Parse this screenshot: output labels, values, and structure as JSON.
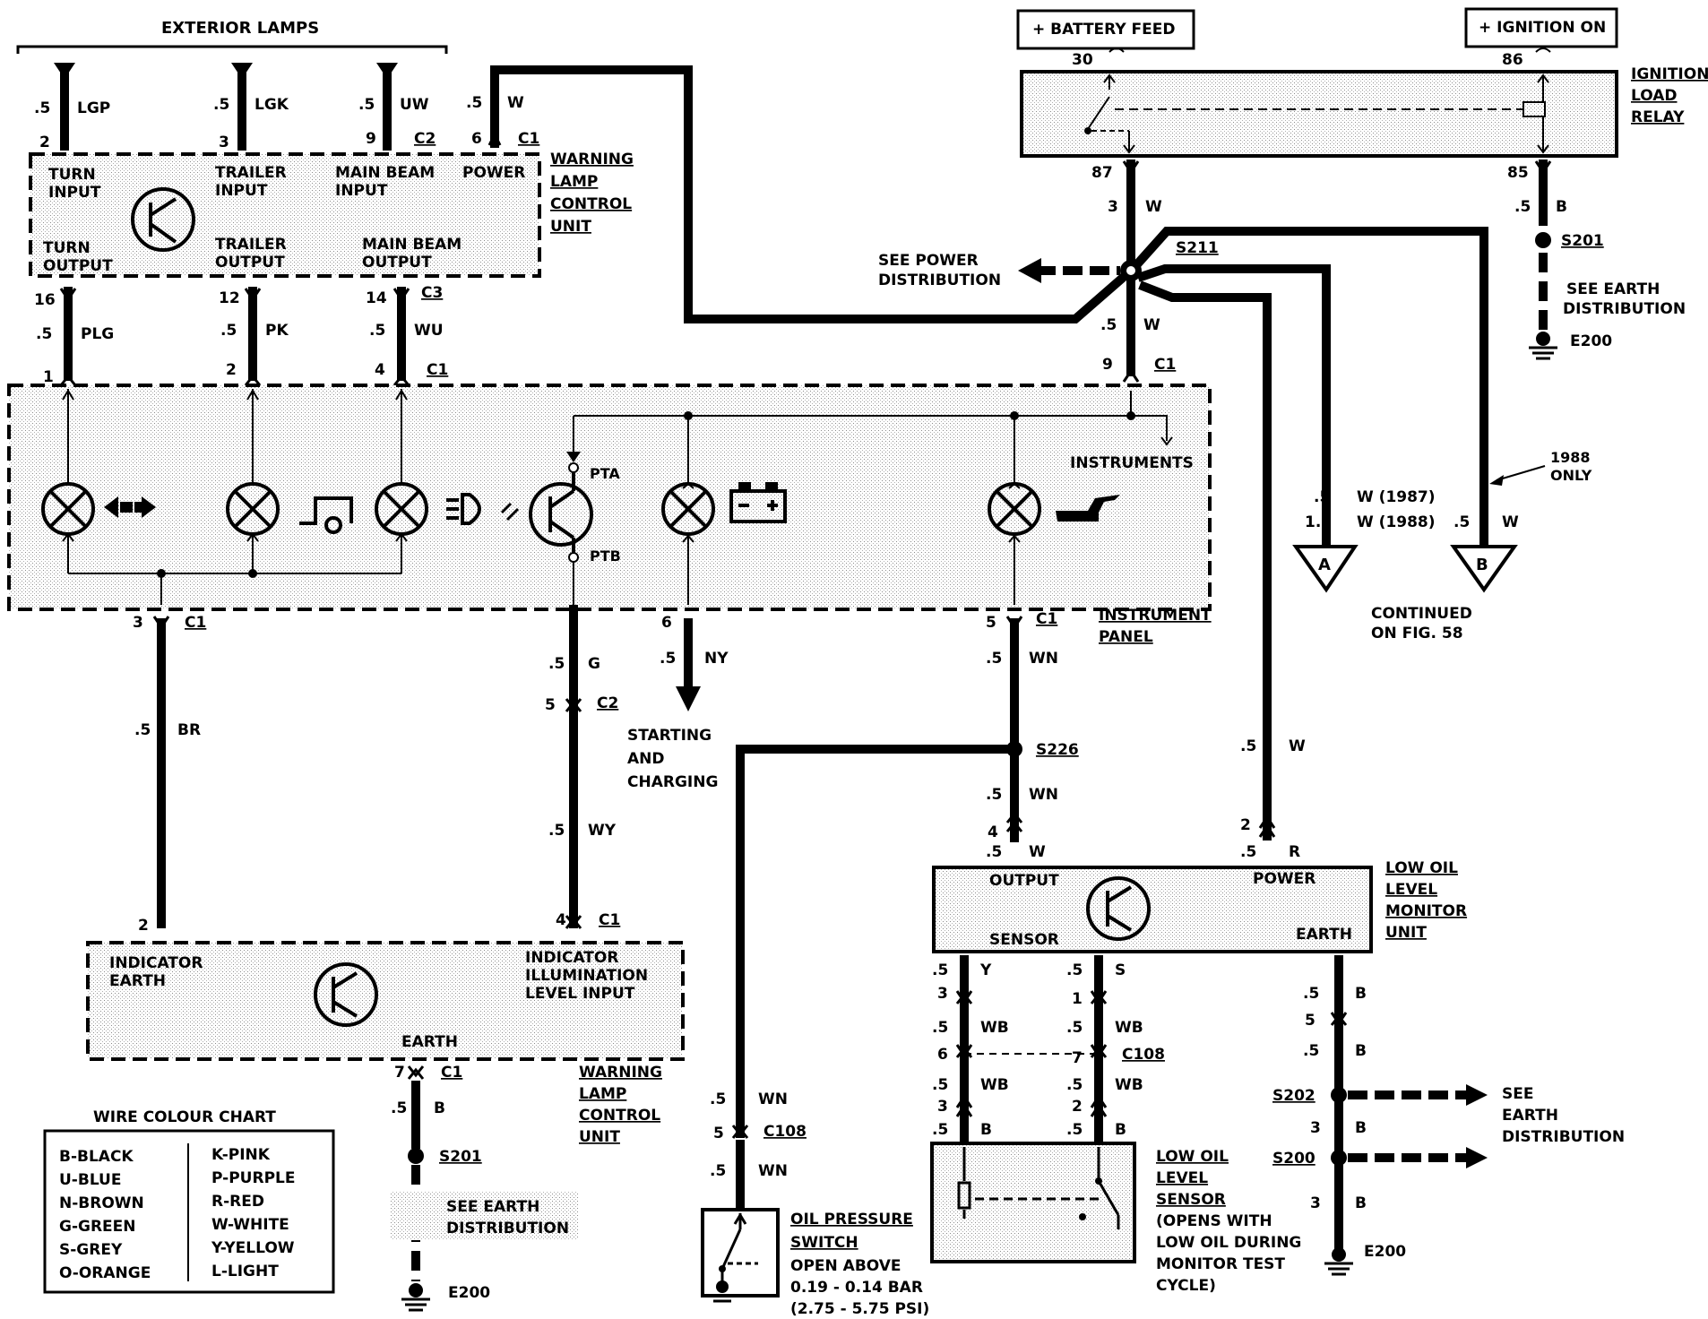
{
  "title_top": "EXTERIOR LAMPS",
  "battery_feed": "+ BATTERY FEED",
  "ignition_on": "+ IGNITION ON",
  "ignition_load_relay": [
    "IGNITION",
    "LOAD",
    "RELAY"
  ],
  "relay_pins": {
    "p30": "30",
    "p86": "86",
    "p87": "87",
    "p85": "85"
  },
  "wlcu_top": {
    "turn_input": [
      "TURN",
      "INPUT"
    ],
    "trailer_input": [
      "TRAILER",
      "INPUT"
    ],
    "main_beam_input": [
      "MAIN BEAM",
      "INPUT"
    ],
    "power": "POWER",
    "turn_output": [
      "TURN",
      "OUTPUT"
    ],
    "trailer_output": [
      "TRAILER",
      "OUTPUT"
    ],
    "main_beam_output": [
      "MAIN BEAM",
      "OUTPUT"
    ],
    "name": [
      "WARNING",
      "LAMP",
      "CONTROL",
      "UNIT"
    ]
  },
  "wlcu_bottom": {
    "indicator_earth": [
      "INDICATOR",
      "EARTH"
    ],
    "illum": [
      "INDICATOR",
      "ILLUMINATION",
      "LEVEL INPUT"
    ],
    "earth": "EARTH",
    "name": [
      "WARNING",
      "LAMP",
      "CONTROL",
      "UNIT"
    ]
  },
  "instrument_panel": [
    "INSTRUMENT",
    "PANEL"
  ],
  "instruments": "INSTRUMENTS",
  "pta": "PTA",
  "ptb": "PTB",
  "see_power": [
    "SEE POWER",
    "DISTRIBUTION"
  ],
  "see_earth": [
    "SEE EARTH",
    "DISTRIBUTION"
  ],
  "see_earth2": [
    "SEE",
    "EARTH",
    "DISTRIBUTION"
  ],
  "starting": [
    "STARTING",
    "AND",
    "CHARGING"
  ],
  "continued": [
    "CONTINUED",
    "ON FIG. 58"
  ],
  "only_1988": [
    "1988",
    "ONLY"
  ],
  "connectors": {
    "a": "A",
    "b": "B"
  },
  "lolmu": {
    "output": "OUTPUT",
    "power": "POWER",
    "sensor": "SENSOR",
    "earth": "EARTH",
    "name": [
      "LOW OIL",
      "LEVEL",
      "MONITOR",
      "UNIT"
    ]
  },
  "lols": [
    "LOW OIL",
    "LEVEL",
    "SENSOR",
    "(OPENS WITH",
    "LOW OIL DURING",
    "MONITOR TEST",
    "CYCLE)"
  ],
  "ops": [
    "OIL PRESSURE",
    "SWITCH",
    "OPEN ABOVE",
    "0.19 - 0.14 BAR",
    "(2.75 - 5.75 PSI)"
  ],
  "chart_title": "WIRE COLOUR CHART",
  "chart_left": [
    "B-BLACK",
    "U-BLUE",
    "N-BROWN",
    "G-GREEN",
    "S-GREY",
    "O-ORANGE"
  ],
  "chart_right": [
    "K-PINK",
    "P-PURPLE",
    "R-RED",
    "W-WHITE",
    "Y-YELLOW",
    "L-LIGHT"
  ],
  "splices": {
    "s211": "S211",
    "s201": "S201",
    "s226": "S226",
    "s202": "S202",
    "s200": "S200",
    "e200": "E200"
  },
  "wires": {
    "lgp": ".5",
    "lgp_c": "LGP",
    "lgk": ".5",
    "lgk_c": "LGK",
    "uw": ".5",
    "uw_c": "UW",
    "pw": ".5",
    "pw_c": "W",
    "plg": ".5",
    "plg_c": "PLG",
    "pk": ".5",
    "pk_c": "PK",
    "wu": ".5",
    "wu_c": "WU",
    "r87": "3",
    "r87_c": "W",
    "rbt": ".5",
    "rbt_c": "W",
    "r85": ".5",
    "r85_c": "B",
    "a87": ".5",
    "a87_c": "W (1987)",
    "a88": "1.5",
    "a88_c": "W (1988)",
    "bw": ".5",
    "bw_c": "W",
    "br": ".5",
    "br_c": "BR",
    "g": ".5",
    "g_c": "G",
    "wy": ".5",
    "wy_c": "WY",
    "ny": ".5",
    "ny_c": "NY",
    "wn1": ".5",
    "wn1_c": "WN",
    "wn2": ".5",
    "wn2_c": "WN",
    "ww": ".5",
    "ww_c": "W",
    "pw2": ".5",
    "pw2_c": "W",
    "pr": ".5",
    "pr_c": "R",
    "sy": ".5",
    "sy_c": "Y",
    "ss": ".5",
    "ss_c": "S",
    "wb1": ".5",
    "wb1_c": "WB",
    "wb2": ".5",
    "wb2_c": "WB",
    "wb3": ".5",
    "wb3_c": "WB",
    "wb4": ".5",
    "wb4_c": "WB",
    "b1": ".5",
    "b1_c": "B",
    "b2": ".5",
    "b2_c": "B",
    "eb1": ".5",
    "eb1_c": "B",
    "eb2": ".5",
    "eb2_c": "B",
    "eb3": "3",
    "eb3_c": "B",
    "eb4": "3",
    "eb4_c": "B",
    "owl": ".5",
    "owl_c": "WN",
    "owl2": ".5",
    "owl2_c": "WN",
    "wlb": ".5",
    "wlb_c": "B"
  },
  "pins": {
    "p2": "2",
    "p3": "3",
    "p9": "9",
    "p6": "6",
    "c1": "C1",
    "c2": "C2",
    "c3": "C3",
    "p16": "16",
    "p12": "12",
    "p14": "14",
    "q1": "1",
    "q2": "2",
    "q4": "4",
    "q9": "9",
    "ip3": "3",
    "ip6": "6",
    "ip5": "5",
    "c2p5": "5",
    "wl2": "2",
    "wl4": "4",
    "wl7": "7",
    "m4": "4",
    "m2": "2",
    "m3": "3",
    "m1": "1",
    "m6": "6",
    "m7": "7",
    "m3b": "3",
    "m2b": "2",
    "e5": "5",
    "c108": "C108",
    "o5": "5",
    "c108b": "C108"
  }
}
